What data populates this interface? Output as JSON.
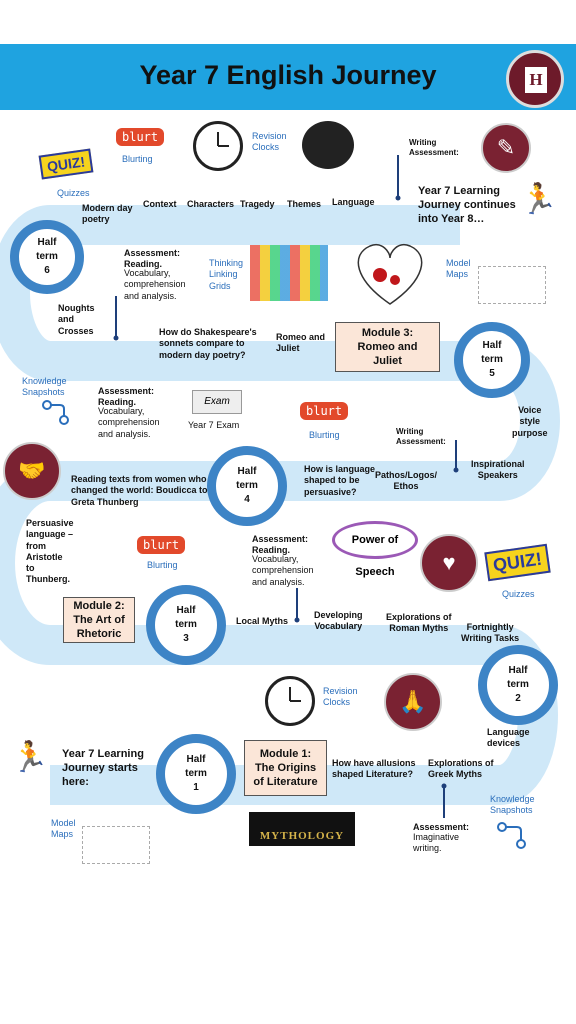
{
  "header": {
    "title": "Year 7 English Journey"
  },
  "half_terms": {
    "ht6": "Half\nterm\n6",
    "ht5": "Half\nterm\n5",
    "ht4": "Half\nterm\n4",
    "ht3": "Half\nterm\n3",
    "ht2": "Half\nterm\n2",
    "ht1": "Half\nterm\n1",
    "label_half": "Half",
    "label_term": "term"
  },
  "modules": {
    "m1": "Module 1:\nThe Origins\nof Literature",
    "m2": "Module 2:\nThe Art of\nRhetoric",
    "m3": "Module 3:\nRomeo and\nJuliet"
  },
  "row1": {
    "quizzes": "Quizzes",
    "blurting": "Blurting",
    "revision_clocks": "Revision\nClocks",
    "writing_assessment": "Writing\nAssessment:",
    "modern_day_poetry": "Modern day\npoetry",
    "context": "Context",
    "characters": "Characters",
    "tragedy": "Tragedy",
    "themes": "Themes",
    "language": "Language",
    "continues": "Year 7 Learning\nJourney continues\ninto Year 8…"
  },
  "row2": {
    "assessment_title": "Assessment:\nReading.",
    "assessment_body": "Vocabulary,\ncomprehension\nand analysis.",
    "thinking": "Thinking\nLinking\nGrids",
    "model_maps": "Model\nMaps",
    "noughts": "Noughts\nand\nCrosses",
    "sonnets": "How do Shakespeare's\nsonnets compare to\nmodern day poetry?",
    "romeo": "Romeo and\nJuliet"
  },
  "row3": {
    "knowledge": "Knowledge\nSnapshots",
    "assessment_title": "Assessment:\nReading.",
    "assessment_body": "Vocabulary,\ncomprehension\nand analysis.",
    "exam": "Year 7 Exam",
    "blurting": "Blurting",
    "writing_assessment": "Writing\nAssessment:",
    "voice": "Voice\nstyle\npurpose",
    "women": "Reading texts from women who\nchanged the world:  Boudicca to\nGreta Thunberg",
    "persuasive_q": "How is language\nshaped to be\npersuasive?",
    "pathos": "Pathos/Logos/\nEthos",
    "inspirational": "Inspirational\nSpeakers"
  },
  "row4": {
    "persuasive_lang": "Persuasive\nlanguage –\nfrom\nAristotle\nto\nThunberg.",
    "blurting": "Blurting",
    "assessment_title": "Assessment:\nReading.",
    "assessment_body": "Vocabulary,\ncomprehension\nand analysis.",
    "power": "Power of Speech",
    "quizzes": "Quizzes",
    "local_myths": "Local Myths",
    "developing": "Developing\nVocabulary",
    "roman": "Explorations of\nRoman Myths",
    "fortnightly": "Fortnightly\nWriting Tasks"
  },
  "row5": {
    "revision_clocks": "Revision\nClocks",
    "language_devices": "Language\ndevices",
    "starts": "Year 7 Learning\nJourney starts\nhere:",
    "allusions": "How have allusions\nshaped Literature?",
    "greek": "Explorations of\nGreek Myths",
    "knowledge": "Knowledge\nSnapshots",
    "model_maps": "Model\nMaps",
    "mythology": "MYTHOLOGY",
    "assessment_title": "Assessment:",
    "assessment_body": "Imaginative\nwriting."
  },
  "icons": {
    "blurt_text": "blurt",
    "quiz_text": "QUIZ!",
    "logo_letter": "H",
    "exam_text": "Exam"
  },
  "colors": {
    "header": "#1fa3e0",
    "path": "#cfe8f8",
    "ring": "#3d84c6",
    "module": "#fbe6d8",
    "maroon": "#7a2232"
  }
}
